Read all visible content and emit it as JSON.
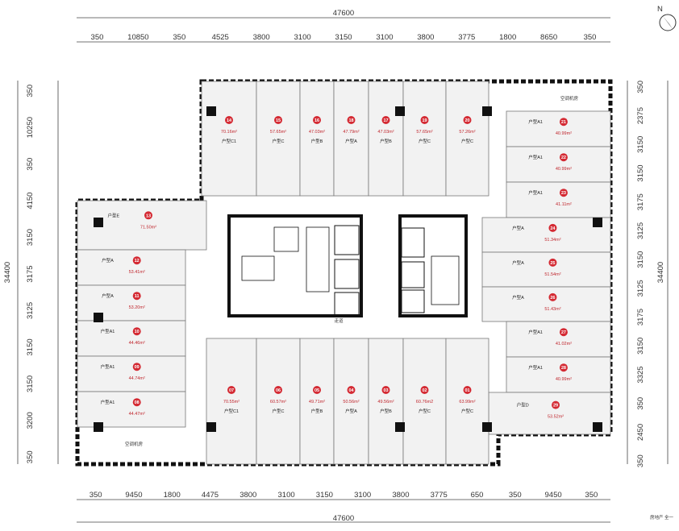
{
  "dimensions": {
    "top_total": "47600",
    "bottom_total": "47600",
    "left_total": "34400",
    "right_total": "34400",
    "top_segments": [
      "350",
      "10850",
      "350",
      "4525",
      "3800",
      "3100",
      "3150",
      "3100",
      "3800",
      "3775",
      "1800",
      "8650",
      "350"
    ],
    "bottom_segments": [
      "350",
      "9450",
      "1800",
      "4475",
      "3800",
      "3100",
      "3150",
      "3100",
      "3800",
      "3775",
      "650",
      "350",
      "9450",
      "350"
    ],
    "left_segments": [
      "350",
      "10250",
      "350",
      "4150",
      "3150",
      "3175",
      "3125",
      "3150",
      "3150",
      "3200",
      "350"
    ],
    "right_segments": [
      "350",
      "2375",
      "3150",
      "3150",
      "3175",
      "3125",
      "3150",
      "3125",
      "3175",
      "3150",
      "3325",
      "350",
      "2450",
      "350"
    ]
  },
  "units": [
    {
      "num": "14",
      "area": "70.16m²",
      "type": "户型C1"
    },
    {
      "num": "15",
      "area": "57.65m²",
      "type": "户型C"
    },
    {
      "num": "16",
      "area": "47.03m²",
      "type": "户型B"
    },
    {
      "num": "18",
      "area": "47.79m²",
      "type": "户型A"
    },
    {
      "num": "17",
      "area": "47.03m²",
      "type": "户型B"
    },
    {
      "num": "19",
      "area": "57.65m²",
      "type": "户型C"
    },
    {
      "num": "20",
      "area": "57.26m²",
      "type": "户型C"
    },
    {
      "num": "21",
      "area": "40.99m²",
      "type": "户型A1"
    },
    {
      "num": "22",
      "area": "40.99m²",
      "type": "户型A1"
    },
    {
      "num": "23",
      "area": "41.11m²",
      "type": "户型A1"
    },
    {
      "num": "24",
      "area": "51.34m²",
      "type": "户型A"
    },
    {
      "num": "25",
      "area": "51.54m²",
      "type": "户型A"
    },
    {
      "num": "26",
      "area": "51.43m²",
      "type": "户型A"
    },
    {
      "num": "27",
      "area": "41.02m²",
      "type": "户型A1"
    },
    {
      "num": "28",
      "area": "40.99m²",
      "type": "户型A1"
    },
    {
      "num": "29",
      "area": "53.52m²",
      "type": "户型D"
    },
    {
      "num": "13",
      "area": "71.50m²",
      "type": "户型E"
    },
    {
      "num": "12",
      "area": "53.41m²",
      "type": "户型A"
    },
    {
      "num": "11",
      "area": "53.20m²",
      "type": "户型A"
    },
    {
      "num": "10",
      "area": "44.46m²",
      "type": "户型A1"
    },
    {
      "num": "09",
      "area": "44.74m²",
      "type": "户型A1"
    },
    {
      "num": "08",
      "area": "44.47m²",
      "type": "户型A1"
    },
    {
      "num": "07",
      "area": "70.55m²",
      "type": "户型C1"
    },
    {
      "num": "06",
      "area": "60.57m²",
      "type": "户型C"
    },
    {
      "num": "05",
      "area": "49.71m²",
      "type": "户型B"
    },
    {
      "num": "04",
      "area": "50.56m²",
      "type": "户型A"
    },
    {
      "num": "03",
      "area": "49.56m²",
      "type": "户型B"
    },
    {
      "num": "02",
      "area": "60.76m2",
      "type": "户型C"
    },
    {
      "num": "01",
      "area": "63.99m²",
      "type": "户型C"
    }
  ],
  "labels": {
    "corridor": "走道",
    "ac_room_top": "空调机房",
    "ac_room_bottom": "空调机房",
    "north": "N",
    "footer": "房地产 全一"
  },
  "colors": {
    "badge": "#d42a33",
    "area_text": "#c0262d",
    "wall": "#111111"
  }
}
